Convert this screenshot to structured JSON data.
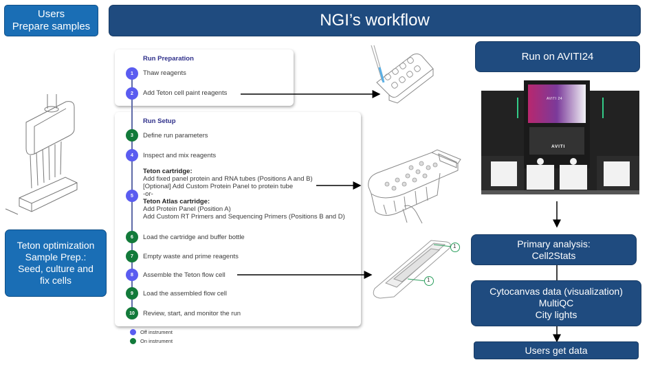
{
  "header": {
    "title": "NGI’s workflow"
  },
  "left_column": {
    "users_box": {
      "line1": "Users",
      "line2": "Prepare samples"
    },
    "pipette_image": "multichannel-pipette-illustration",
    "teton_box": {
      "line1": "Teton optimization",
      "line2": "Sample Prep.:",
      "line3": "Seed, culture and",
      "line4": "fix cells"
    }
  },
  "protocol": {
    "run_preparation": {
      "title": "Run Preparation",
      "steps": [
        {
          "num": "1",
          "text": "Thaw reagents",
          "type": "off"
        },
        {
          "num": "2",
          "text": "Add Teton cell paint reagents",
          "type": "off"
        }
      ]
    },
    "run_setup": {
      "title": "Run Setup",
      "steps": [
        {
          "num": "3",
          "text": "Define run parameters",
          "type": "on"
        },
        {
          "num": "4",
          "text": "Inspect and mix reagents",
          "type": "off"
        },
        {
          "num": "5",
          "type": "off",
          "lines": [
            {
              "text": "Teton cartridge:",
              "bold": true
            },
            {
              "text": "Add fixed panel protein and RNA tubes (Positions A and B)"
            },
            {
              "text": "[Optional] Add Custom Protein Panel to protein tube"
            },
            {
              "text": "-or-"
            },
            {
              "text": "Teton Atlas cartridge:",
              "bold": true
            },
            {
              "text": "Add Protein Panel (Position A)"
            },
            {
              "text": "Add Custom RT Primers and Sequencing Primers (Positions B and D)"
            }
          ]
        },
        {
          "num": "6",
          "text": "Load the cartridge and buffer bottle",
          "type": "on"
        },
        {
          "num": "7",
          "text": "Empty waste and prime reagents",
          "type": "on"
        },
        {
          "num": "8",
          "text": "Assemble the Teton flow cell",
          "type": "off"
        },
        {
          "num": "9",
          "text": "Load the assembled flow cell",
          "type": "on"
        },
        {
          "num": "10",
          "text": "Review, start, and monitor the run",
          "type": "on"
        }
      ]
    },
    "legend": [
      {
        "label": "Off instrument",
        "color": "#5a5cf0"
      },
      {
        "label": "On instrument",
        "color": "#127a3a"
      }
    ]
  },
  "illustrations": {
    "reagent_tray": "reagent-tray-illustration",
    "cartridge": "cartridge-illustration",
    "flow_cell": {
      "callout_1": "1",
      "callout_2": "1"
    }
  },
  "right_column": {
    "run_box": "Run on AVITI24",
    "instrument": {
      "screen_label": "AVITI 24",
      "brand_label": "AVITI"
    },
    "primary_box": {
      "line1": "Primary analysis:",
      "line2": "Cell2Stats"
    },
    "cytocanvas_box": {
      "line1": "Cytocanvas data (visualization)",
      "line2": "MultiQC",
      "line3": "City lights"
    },
    "users_get_box": "Users get data"
  },
  "colors": {
    "dark_blue": "#1f4b7f",
    "light_blue": "#1a6eb5",
    "off_instrument": "#5a5cf0",
    "on_instrument": "#127a3a"
  }
}
